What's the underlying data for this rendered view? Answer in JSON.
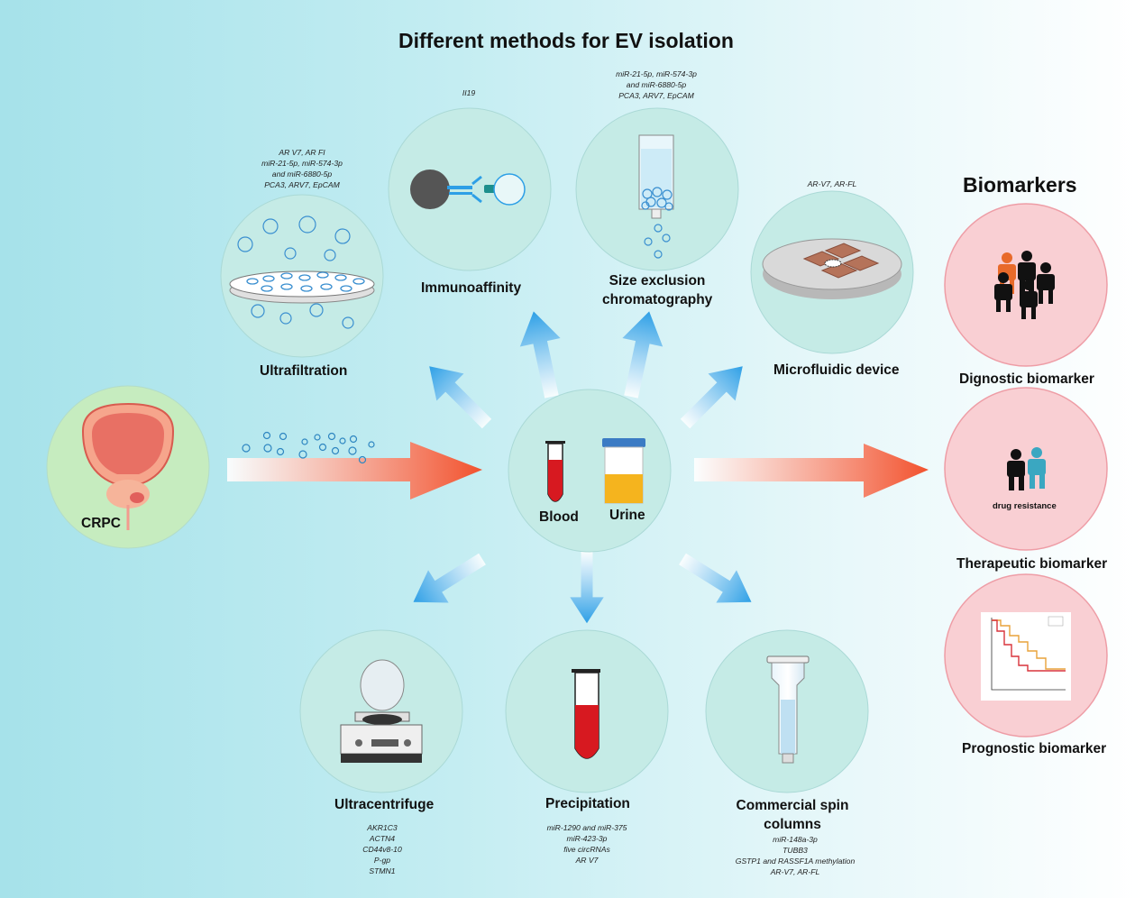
{
  "title": "Different methods for EV isolation",
  "biomarkers_title": "Biomarkers",
  "source": {
    "label": "CRPC"
  },
  "center": {
    "blood_label": "Blood",
    "urine_label": "Urine"
  },
  "methods": {
    "ultrafiltration": {
      "label": "Ultrafiltration",
      "markers": [
        "AR V7, AR FI",
        "miR-21-5p, miR-574-3p",
        "and miR-6880-5p",
        "PCA3, ARV7,  EpCAM"
      ]
    },
    "immunoaffinity": {
      "label": "Immunoaffinity",
      "markers": [
        "II19"
      ]
    },
    "size_exclusion": {
      "label_line1": "Size exclusion",
      "label_line2": "chromatography",
      "markers": [
        "miR-21-5p, miR-574-3p",
        "and miR-6880-5p",
        "PCA3, ARV7,  EpCAM"
      ]
    },
    "microfluidic": {
      "label": "Microfluidic device",
      "markers": [
        "AR-V7, AR-FL"
      ]
    },
    "ultracentrifuge": {
      "label": "Ultracentrifuge",
      "markers": [
        "AKR1C3",
        "ACTN4",
        "CD44v8-10",
        "P-gp",
        "STMN1"
      ]
    },
    "precipitation": {
      "label": "Precipitation",
      "markers": [
        "miR-1290 and miR-375",
        "miR-423-3p",
        "five circRNAs",
        "AR V7"
      ]
    },
    "spin_columns": {
      "label_line1": "Commercial spin",
      "label_line2": "columns",
      "markers": [
        "miR-148a-3p",
        "TUBB3",
        "GSTP1 and RASSF1A methylation",
        "AR-V7, AR-FL"
      ]
    }
  },
  "biomarkers": {
    "diagnostic": {
      "label": "Dignostic biomarker"
    },
    "therapeutic": {
      "label": "Therapeutic biomarker",
      "inner_text": "drug resistance"
    },
    "prognostic": {
      "label": "Prognostic biomarker"
    }
  },
  "colors": {
    "method_circle": "#c5ebe6",
    "source_circle": "#c6ecbf",
    "biomarker_circle": "#f9cfd3",
    "blue_arrow": "#2d9fe6",
    "red_arrow": "#f2522e",
    "blood": "#d71920",
    "urine": "#f5b41e"
  }
}
